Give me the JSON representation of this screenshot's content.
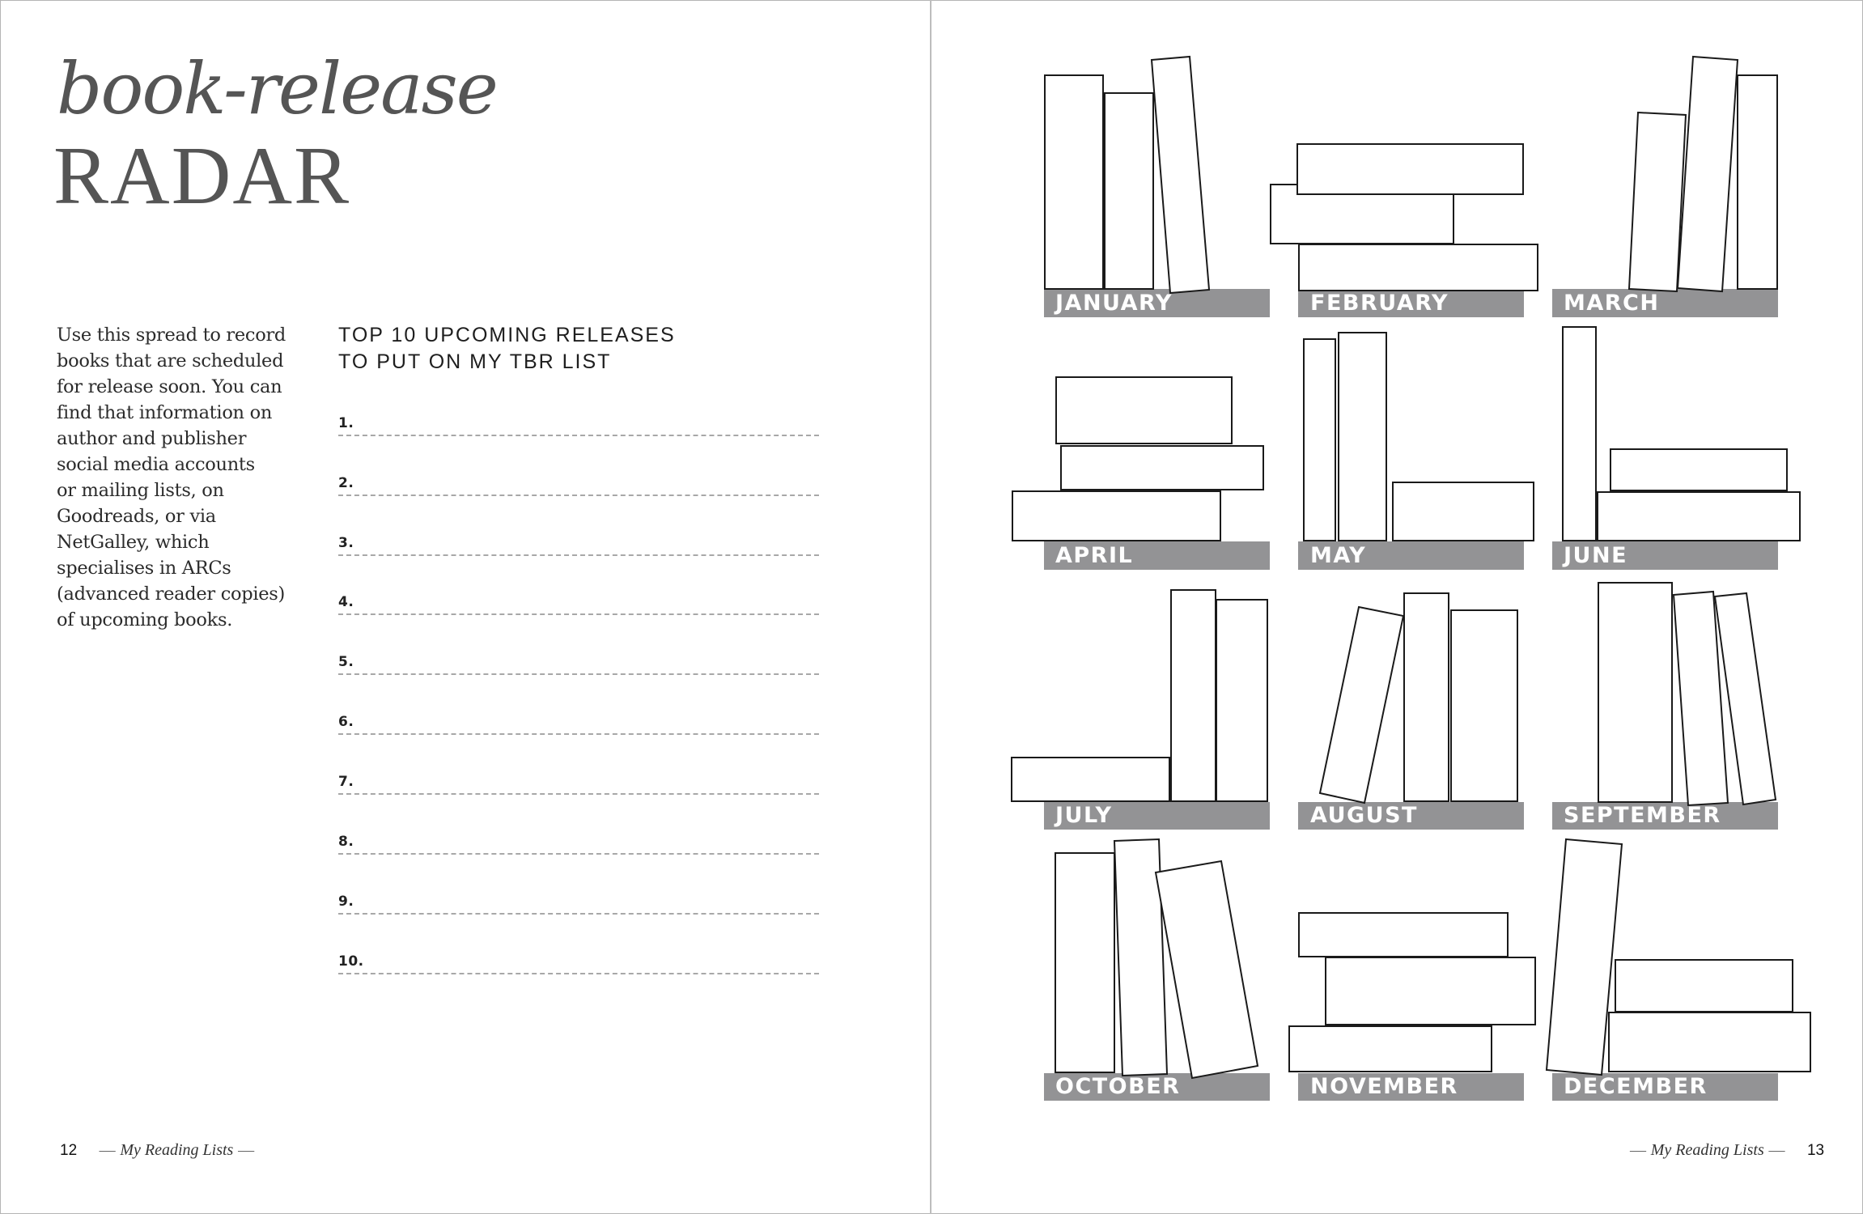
{
  "left_page": {
    "title_italic": "book-release",
    "title_caps": "RADAR",
    "intro_lines": [
      "Use this spread to record",
      "books that are scheduled",
      "for release soon. You can",
      "find that information on",
      "author and publisher",
      "social media accounts",
      "or mailing lists, on",
      "Goodreads, or via",
      "NetGalley, which",
      "specialises in ARCs",
      "(advanced reader copies)",
      "of upcoming books."
    ],
    "list_heading_lines": [
      "TOP 10 UPCOMING RELEASES",
      "TO PUT ON MY TBR LIST"
    ],
    "list_items": [
      {
        "number": "1.",
        "value": ""
      },
      {
        "number": "2.",
        "value": ""
      },
      {
        "number": "3.",
        "value": ""
      },
      {
        "number": "4.",
        "value": ""
      },
      {
        "number": "5.",
        "value": ""
      },
      {
        "number": "6.",
        "value": ""
      },
      {
        "number": "7.",
        "value": ""
      },
      {
        "number": "8.",
        "value": ""
      },
      {
        "number": "9.",
        "value": ""
      },
      {
        "number": "10.",
        "value": ""
      }
    ],
    "folio": {
      "page_number": "12",
      "running_head": "My Reading Lists",
      "dash": "—"
    }
  },
  "right_page": {
    "months": [
      {
        "label": "JANUARY"
      },
      {
        "label": "FEBRUARY"
      },
      {
        "label": "MARCH"
      },
      {
        "label": "APRIL"
      },
      {
        "label": "MAY"
      },
      {
        "label": "JUNE"
      },
      {
        "label": "JULY"
      },
      {
        "label": "AUGUST"
      },
      {
        "label": "SEPTEMBER"
      },
      {
        "label": "OCTOBER"
      },
      {
        "label": "NOVEMBER"
      },
      {
        "label": "DECEMBER"
      }
    ],
    "folio": {
      "page_number": "13",
      "running_head": "My Reading Lists",
      "dash": "—"
    }
  },
  "colors": {
    "shelf_bar": "#939395",
    "title_text": "#555555",
    "book_stroke": "#1a1a1a",
    "dotted_line": "#a8a8a8"
  }
}
